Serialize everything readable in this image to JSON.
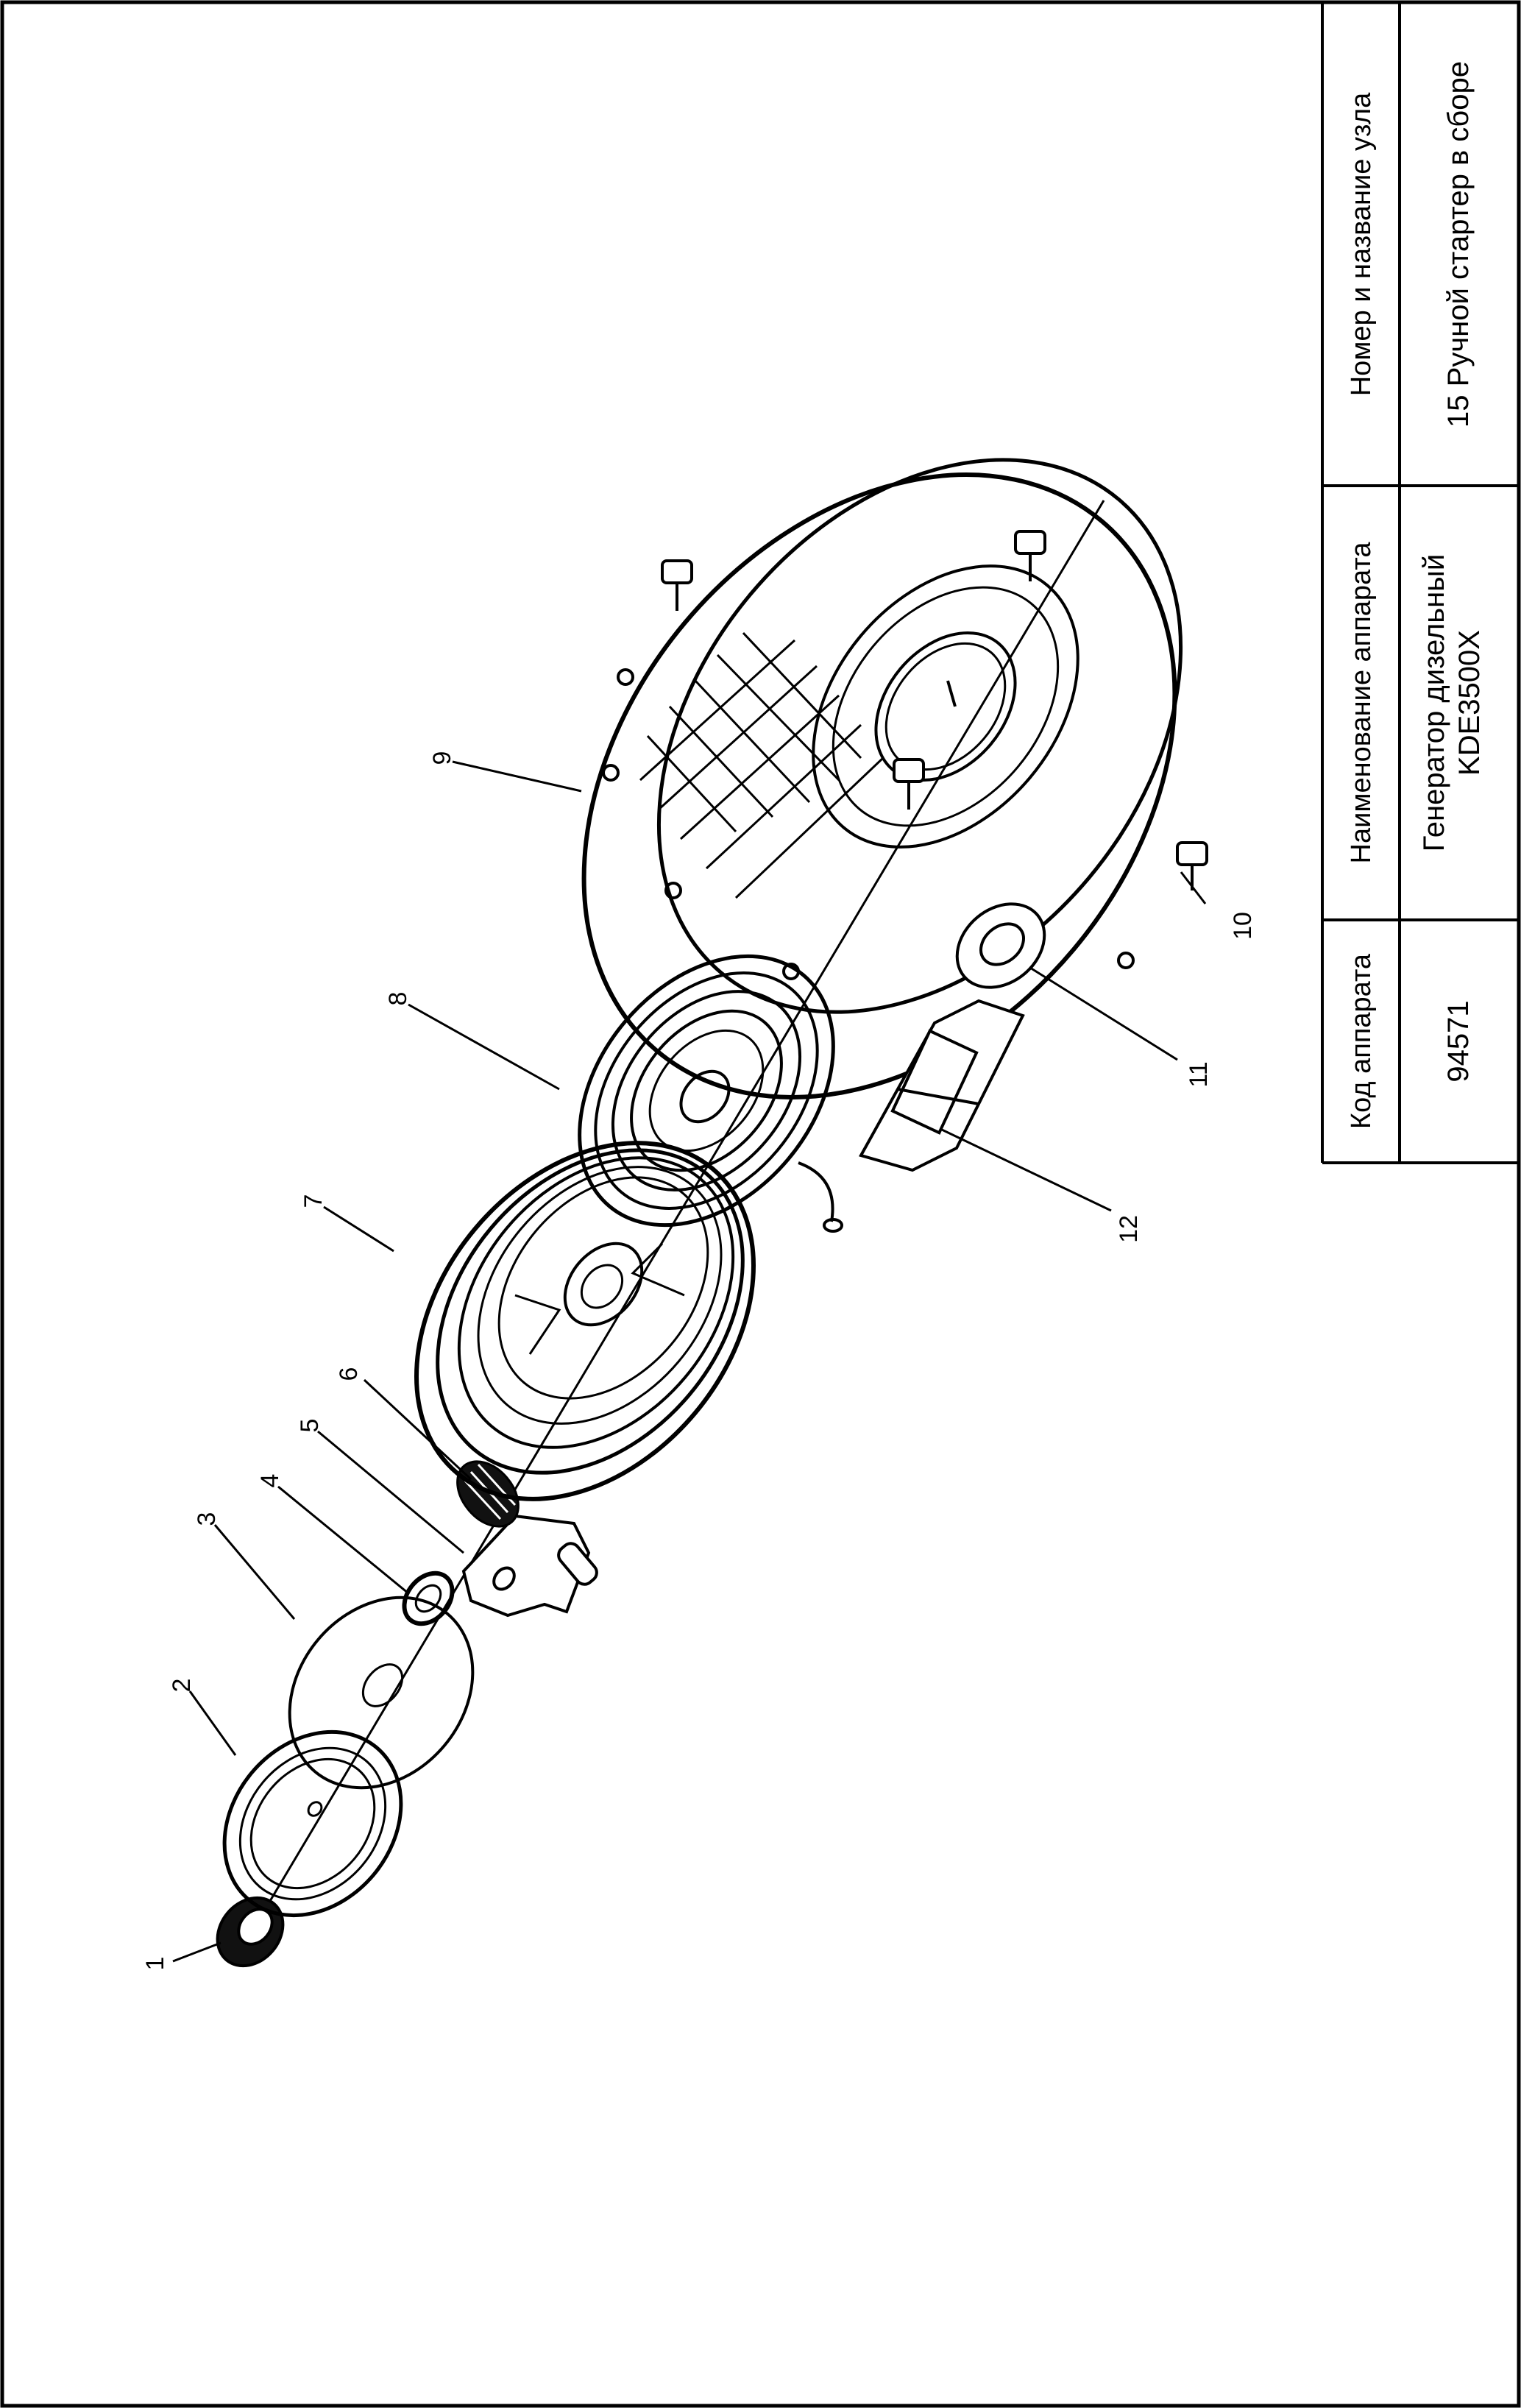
{
  "info_table": {
    "headers": {
      "code": "Код аппарата",
      "device": "Наименование аппарата",
      "unit": "Номер и название узла"
    },
    "values": {
      "code": "94571",
      "device_line1": "Генератор дизельный",
      "device_line2": "KDE3500X",
      "unit": "15 Ручной стартер в сборе"
    }
  },
  "part_labels": [
    "1",
    "2",
    "3",
    "4",
    "5",
    "6",
    "7",
    "8",
    "9",
    "10",
    "11",
    "12"
  ],
  "colors": {
    "ink": "#000000",
    "paper": "#ffffff"
  }
}
